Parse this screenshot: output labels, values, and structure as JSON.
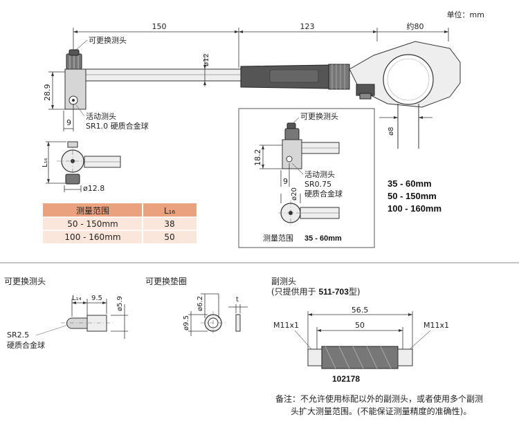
{
  "unit_label": "单位：mm",
  "main_dims": {
    "len1": "150",
    "len2": "123",
    "approx": "约80",
    "phi12": "ø12",
    "h289": "28.9",
    "w9": "9",
    "phi8": "ø8"
  },
  "main_labels": {
    "replaceable_head": "可更换测头",
    "movable_head": "活动测头",
    "ball": "SR1.0  硬质合金球"
  },
  "small_view": {
    "l16": "L₁₆",
    "phi128": "ø12.8"
  },
  "table": {
    "headers": [
      "测量范围",
      "L₁₆"
    ],
    "rows": [
      [
        "50 - 150mm",
        "38"
      ],
      [
        "100 - 160mm",
        "50"
      ]
    ]
  },
  "inset": {
    "replaceable_head": "可更换测头",
    "h182": "18.2",
    "w9": "9",
    "phi20": "ø20",
    "movable_head": "活动测头",
    "ball1": "SR0.75",
    "ball2": "硬质合金球",
    "range_label": "测量范围",
    "range_value": "35 - 60mm"
  },
  "ranges": [
    "35 - 60mm",
    "50 - 150mm",
    "100 - 160mm"
  ],
  "bottom_left": {
    "title": "可更换测头",
    "l14": "L₁₄",
    "d95": "9.5",
    "phi59": "ø5.9",
    "sr": "SR2.5",
    "ball": "硬质合金球"
  },
  "bottom_mid": {
    "title": "可更换垫圈",
    "phi62": "ø6.2",
    "phi95": "ø9.5",
    "t": "t"
  },
  "bottom_right": {
    "title": "副测头",
    "note_pre": "(只提供用于 ",
    "note_model": "511-703",
    "note_post": "型)",
    "d565": "56.5",
    "d50": "50",
    "m1": "M11x1",
    "m2": "M11x1",
    "part_no": "102178"
  },
  "footnote": {
    "line1": "备注：不允许使用标配以外的副测头，或者使用多个副测",
    "line2": "头扩大测量范围。(不能保证测量精度的准确性)。"
  }
}
